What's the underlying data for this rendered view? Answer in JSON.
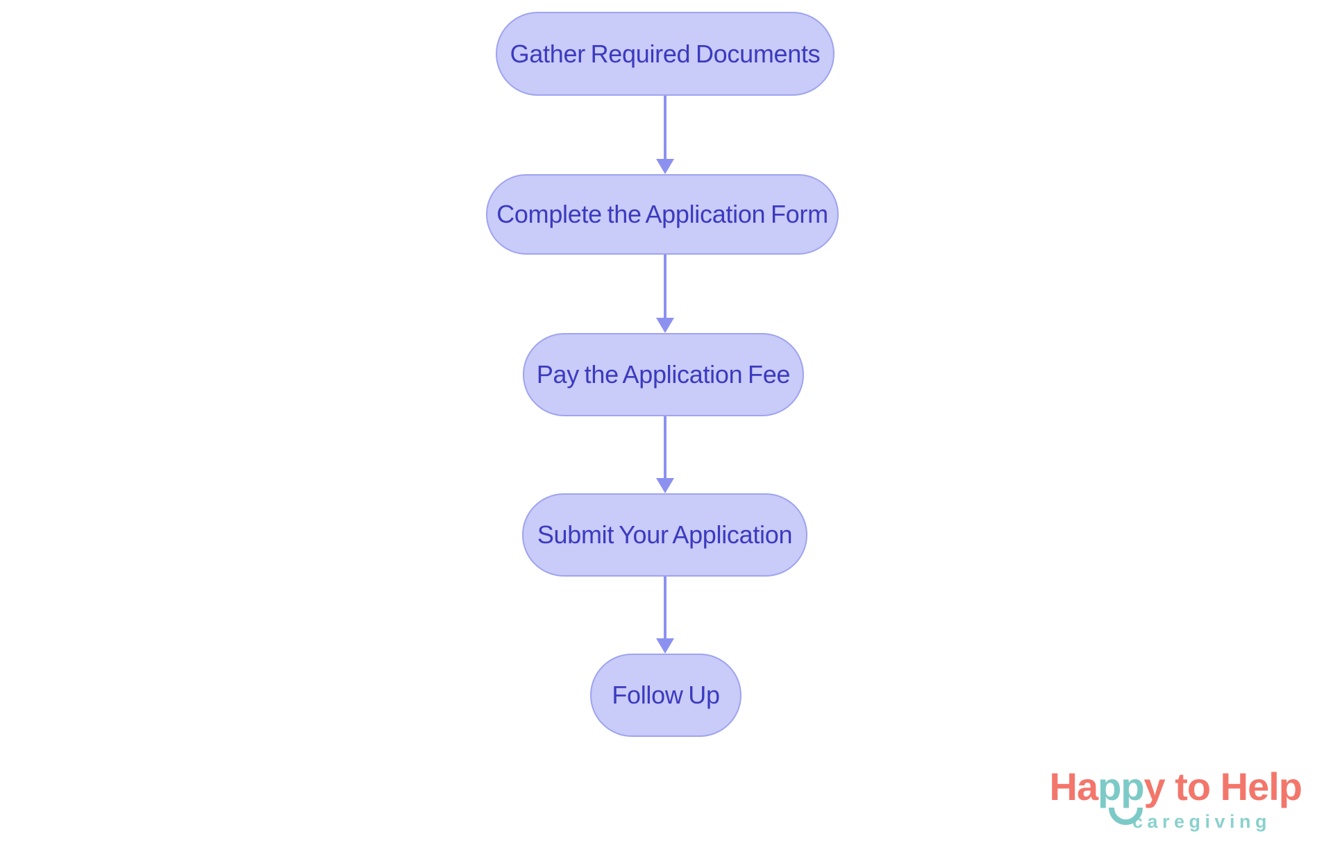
{
  "flowchart": {
    "steps": [
      {
        "label": "Gather Required Documents"
      },
      {
        "label": "Complete the Application Form"
      },
      {
        "label": "Pay the Application Fee"
      },
      {
        "label": "Submit Your Application"
      },
      {
        "label": "Follow Up"
      }
    ],
    "connector_count": 4,
    "direction": "top-to-bottom"
  },
  "logo": {
    "part1": "Ha",
    "part2": "pp",
    "part3": "y to Help",
    "tagline": "caregiving"
  },
  "colors": {
    "node_fill": "#C9CBF8",
    "node_border": "#9EA3F0",
    "node_text": "#3B3ABF",
    "arrow": "#8C91F0",
    "logo_coral": "#F3766B",
    "logo_teal": "#7CCAC7",
    "logo_tagline": "#8AD1CD",
    "background": "#FFFFFF"
  }
}
